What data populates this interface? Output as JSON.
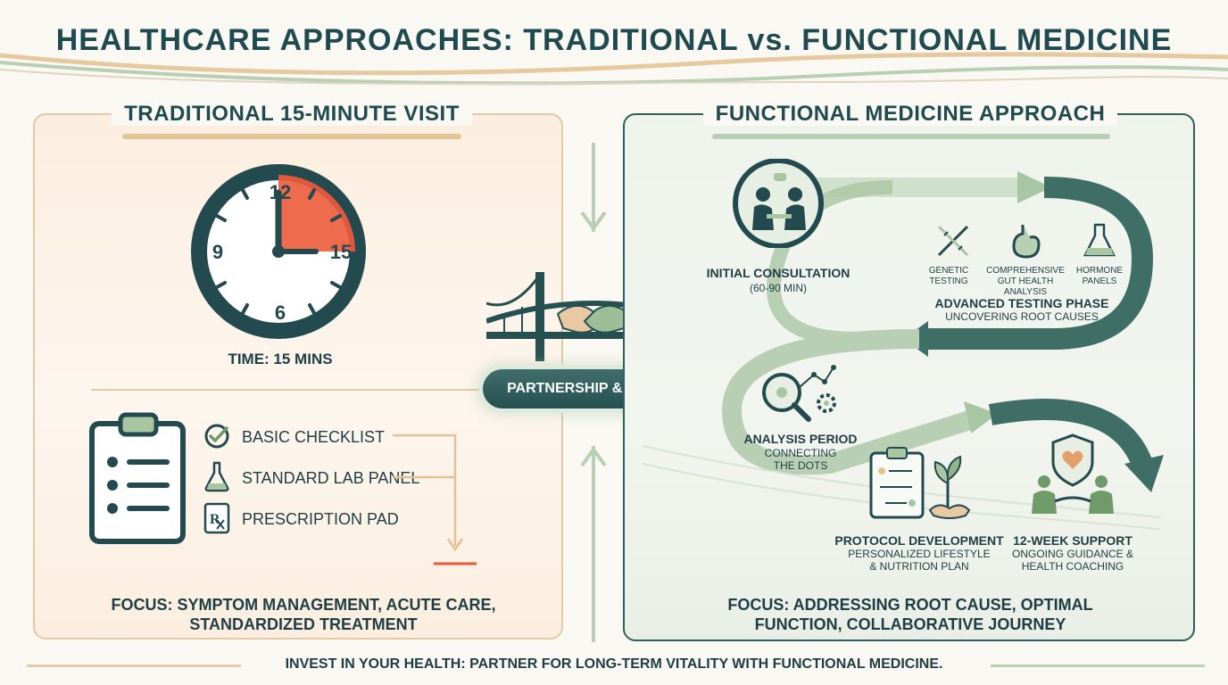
{
  "title": "HEALTHCARE APPROACHES: TRADITIONAL vs. FUNCTIONAL MEDICINE",
  "colors": {
    "teal_dark": "#25504f",
    "sage": "#a9c6a3",
    "accent_red": "#e8593c",
    "tan": "#e3c9a4"
  },
  "traditional": {
    "title": "TRADITIONAL 15-MINUTE VISIT",
    "clock": {
      "numbers": [
        "12",
        "15",
        "6",
        "9"
      ],
      "highlight_minutes": 15
    },
    "time_label": "TIME: 15 MINS",
    "items": [
      {
        "icon": "checkmark-circle-icon",
        "label": "BASIC CHECKLIST"
      },
      {
        "icon": "flask-icon",
        "label": "STANDARD LAB PANEL"
      },
      {
        "icon": "rx-icon",
        "label": "PRESCRIPTION PAD"
      }
    ],
    "focus_line1": "FOCUS: SYMPTOM MANAGEMENT, ACUTE CARE,",
    "focus_line2": "STANDARDIZED TREATMENT"
  },
  "center": {
    "badge": "PARTNERSHIP & DEPTH"
  },
  "functional": {
    "title": "FUNCTIONAL MEDICINE APPROACH",
    "initial_consultation": {
      "title": "INITIAL CONSULTATION",
      "sub": "(60-90 MIN)"
    },
    "tests": [
      {
        "icon": "dna-icon",
        "line1": "GENETIC",
        "line2": "TESTING"
      },
      {
        "icon": "stomach-icon",
        "line1": "COMPREHENSIVE",
        "line2": "GUT HEALTH ANALYSIS"
      },
      {
        "icon": "flask-icon",
        "line1": "HORMONE",
        "line2": "PANELS"
      }
    ],
    "advanced_testing": {
      "title": "ADVANCED TESTING PHASE",
      "sub": "UNCOVERING ROOT CAUSES"
    },
    "analysis": {
      "title": "ANALYSIS PERIOD",
      "sub1": "CONNECTING",
      "sub2": "THE DOTS"
    },
    "protocol": {
      "title": "PROTOCOL DEVELOPMENT",
      "sub1": "PERSONALIZED LIFESTYLE",
      "sub2": "& NUTRITION PLAN"
    },
    "support": {
      "title": "12-WEEK SUPPORT",
      "sub1": "ONGOING GUIDANCE &",
      "sub2": "HEALTH COACHING"
    },
    "focus_line1": "FOCUS: ADDRESSING ROOT CAUSE, OPTIMAL",
    "focus_line2": "FUNCTION, COLLABORATIVE JOURNEY"
  },
  "footer": "INVEST IN YOUR HEALTH: PARTNER FOR LONG-TERM VITALITY WITH FUNCTIONAL MEDICINE."
}
